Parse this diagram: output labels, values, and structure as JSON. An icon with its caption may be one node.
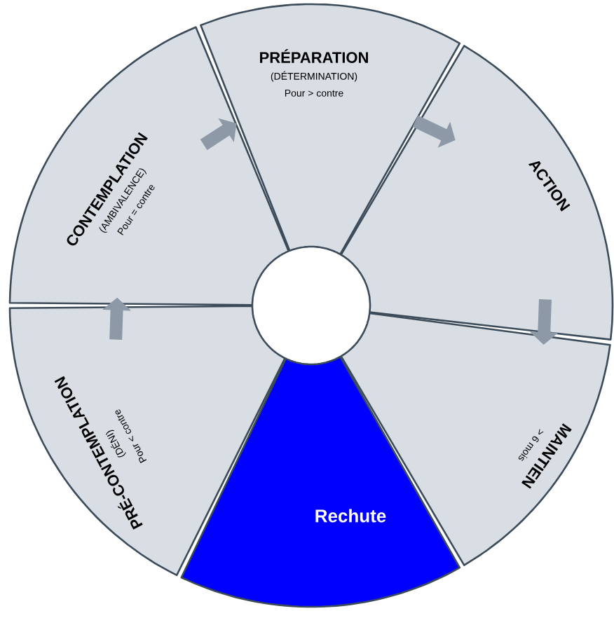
{
  "diagram": {
    "nodes": [
      {
        "text": [
          "PRÉ-CONTEMPLATION",
          "(DÉNI)",
          "Pour < contre"
        ]
      },
      {
        "text": [
          "CONTEMPLATION",
          "(AMBIVALENCE)",
          "Pour = contre"
        ]
      },
      {
        "text": [
          "PRÉPARATION",
          "(DÉTERMINATION)",
          "Pour > contre"
        ]
      },
      {
        "text": [
          "ACTION"
        ]
      },
      {
        "text": [
          "MAINTIEN",
          "> 6 mois"
        ]
      },
      {
        "text": [
          "Rechute"
        ]
      }
    ],
    "edges": [
      {
        "from": 0,
        "to": 1,
        "arrow": "to"
      },
      {
        "from": 1,
        "to": 2,
        "arrow": "to"
      },
      {
        "from": 2,
        "to": 3,
        "arrow": "to"
      },
      {
        "from": 3,
        "to": 4,
        "arrow": "to"
      }
    ]
  }
}
